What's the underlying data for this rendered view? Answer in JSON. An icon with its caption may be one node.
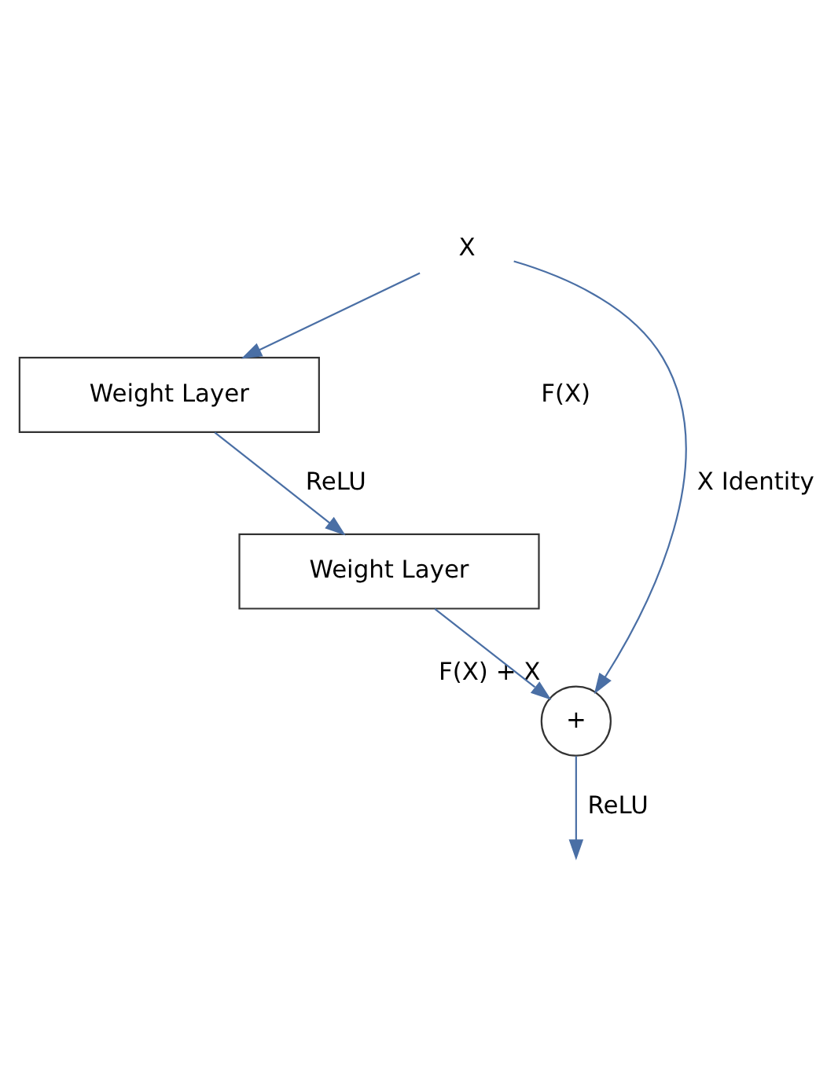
{
  "diagram": {
    "nodes": [
      {
        "text": [
          "X"
        ]
      },
      {
        "text": [
          "Weight Layer"
        ]
      },
      {
        "text": [
          "Weight Layer"
        ]
      },
      {
        "text": [
          "+"
        ],
        "beside": [
          "F(X) + X"
        ]
      }
    ],
    "edges": [
      {
        "from": 0,
        "to": 1,
        "arrow": "to"
      },
      {
        "from": 1,
        "to": 2,
        "arrow": "to",
        "label": "ReLU"
      },
      {
        "from": 2,
        "to": 3,
        "arrow": "to"
      },
      {
        "from": 0,
        "to": 3,
        "arrow": "to",
        "label": "X Identity"
      },
      {
        "from": 3,
        "to": null,
        "arrow": "to",
        "label": "ReLU"
      }
    ],
    "labels": [
      "F(X)"
    ]
  }
}
